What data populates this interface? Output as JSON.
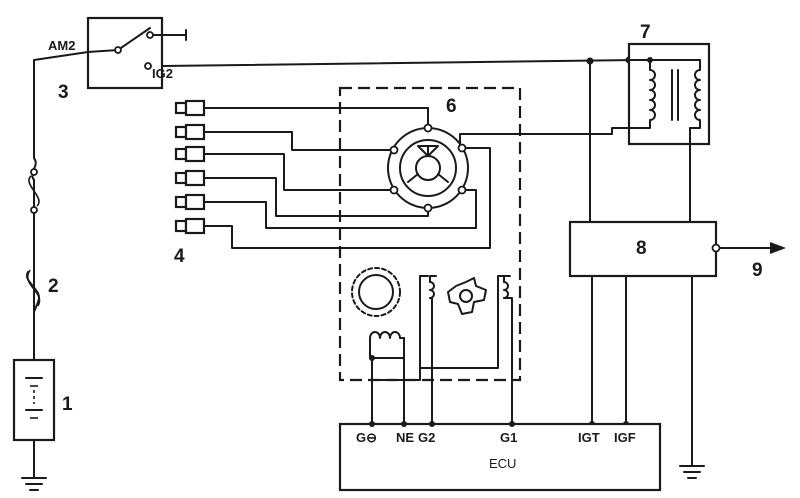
{
  "callouts": {
    "battery": "1",
    "fusible_link": "2",
    "ignition_switch": "3",
    "spark_plugs": "4",
    "distributor": "6",
    "ignition_coil": "7",
    "igniter": "8",
    "tachometer_output": "9"
  },
  "terminals": {
    "am2": "AM2",
    "ig2": "IG2",
    "g_minus": "G⊖",
    "ne": "NE",
    "g2": "G2",
    "g1": "G1",
    "igt": "IGT",
    "igf": "IGF"
  },
  "ecu_label": "ECU"
}
